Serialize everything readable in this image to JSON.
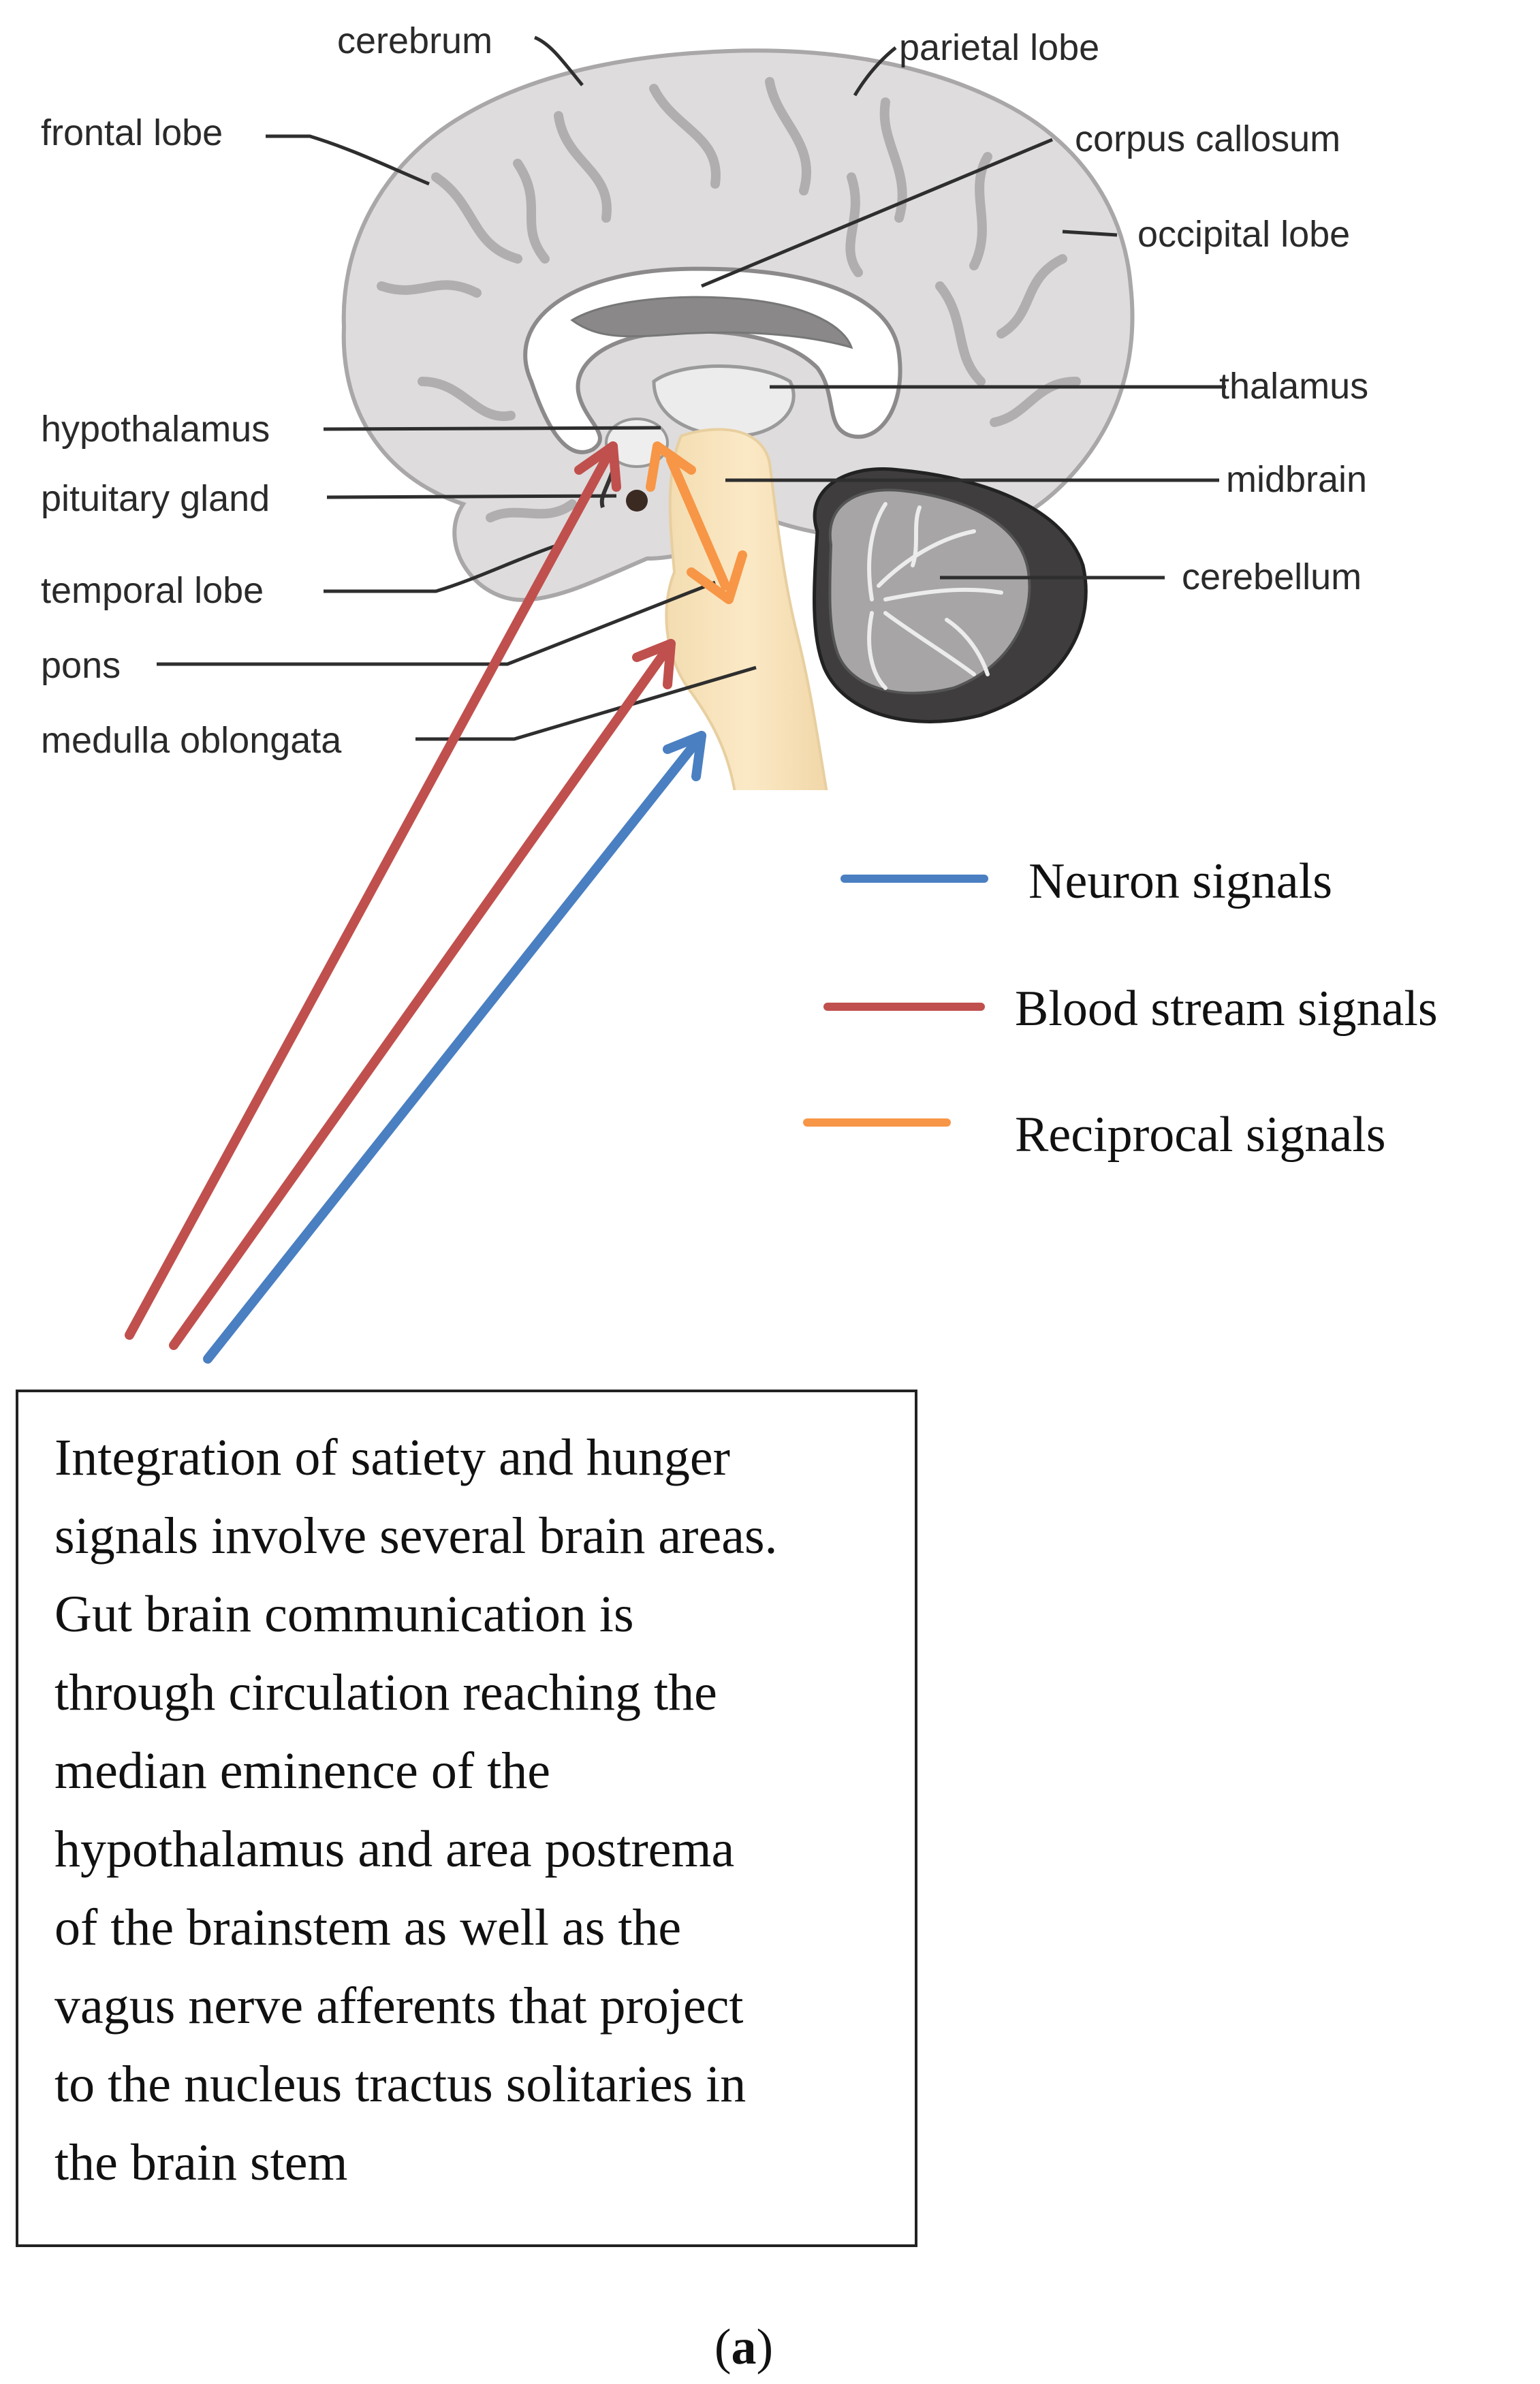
{
  "labels": {
    "cerebrum": "cerebrum",
    "parietal_lobe": "parietal lobe",
    "frontal_lobe": "frontal lobe",
    "corpus_callosum": "corpus callosum",
    "occipital_lobe": "occipital lobe",
    "thalamus": "thalamus",
    "hypothalamus": "hypothalamus",
    "pituitary_gland": "pituitary gland",
    "midbrain": "midbrain",
    "temporal_lobe": "temporal lobe",
    "cerebellum": "cerebellum",
    "pons": "pons",
    "medulla_oblongata": "medulla oblongata"
  },
  "legend": [
    {
      "label": "Neuron signals",
      "color": "#4a7fc1"
    },
    {
      "label": "Blood stream signals",
      "color": "#c0504d"
    },
    {
      "label": "Reciprocal signals",
      "color": "#f79646"
    }
  ],
  "caption_lines": [
    "Integration of satiety and hunger",
    "signals involve several brain areas.",
    "Gut  brain communication is",
    "through circulation reaching the",
    "median eminence of the",
    "hypothalamus and area postrema",
    "of the brainstem as well as the",
    "vagus nerve afferents that project",
    "to the nucleus tractus solitaries in",
    "the brain stem"
  ],
  "panel_label": {
    "open": "(",
    "letter": "a",
    "close": ")"
  }
}
